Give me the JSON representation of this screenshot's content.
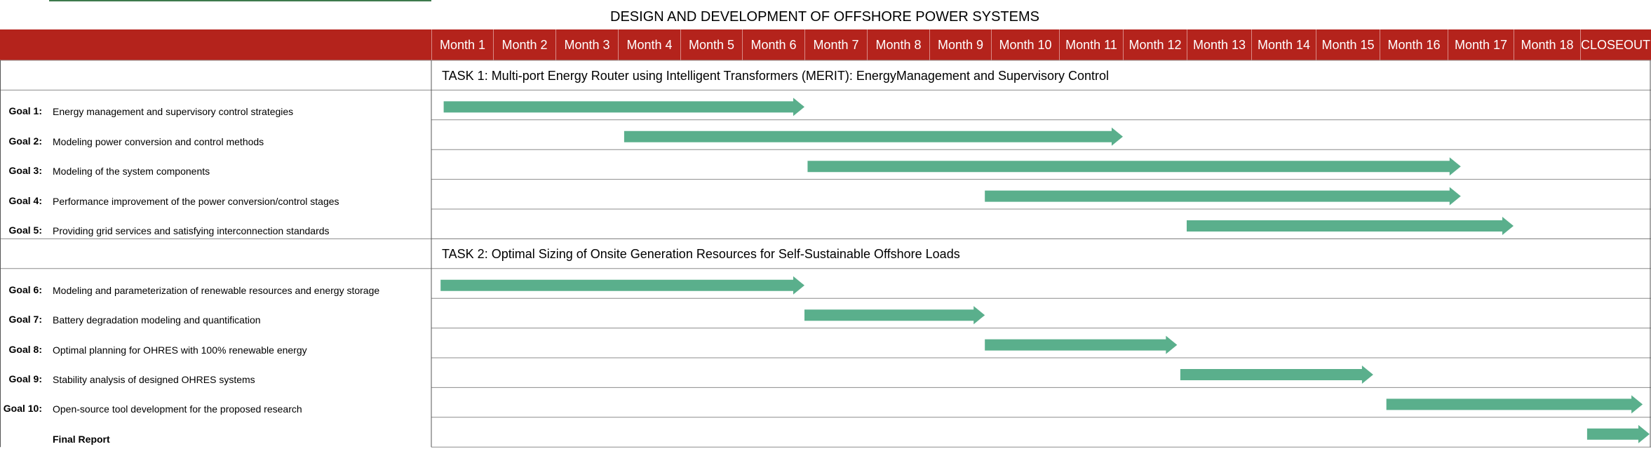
{
  "chart_data": {
    "type": "gantt",
    "title": "DESIGN AND DEVELOPMENT OF OFFSHORE POWER SYSTEMS",
    "columns": [
      "Month 1",
      "Month 2",
      "Month 3",
      "Month 4",
      "Month 5",
      "Month 6",
      "Month 7",
      "Month 8",
      "Month 9",
      "Month 10",
      "Month 11",
      "Month 12",
      "Month 13",
      "Month 14",
      "Month 15",
      "Month 16",
      "Month 17",
      "Month 18",
      "CLOSEOUT"
    ],
    "header_color": "#b4231c",
    "bar_color": "#5aaf8c",
    "sections": [
      {
        "title": "TASK 1: Multi-port Energy Router using Intelligent Transformers (MERIT): EnergyManagement and Supervisory Control",
        "goals": [
          {
            "label": "Goal 1:",
            "desc": "Energy management and supervisory control strategies",
            "start": 0.2,
            "end": 6.0
          },
          {
            "label": "Goal 2:",
            "desc": "Modeling power conversion and control methods",
            "start": 3.1,
            "end": 11.0
          },
          {
            "label": "Goal 3:",
            "desc": "Modeling of the system components",
            "start": 6.05,
            "end": 16.2
          },
          {
            "label": "Goal 4:",
            "desc": "Performance improvement of the power conversion/control stages",
            "start": 8.9,
            "end": 16.2
          },
          {
            "label": "Goal 5:",
            "desc": "Providing grid services and satisfying interconnection standards",
            "start": 12.0,
            "end": 17.0
          }
        ]
      },
      {
        "title": "TASK 2: Optimal Sizing of Onsite Generation Resources for Self-Sustainable Offshore Loads",
        "goals": [
          {
            "label": "Goal 6:",
            "desc": "Modeling and parameterization of renewable resources and energy storage",
            "start": 0.15,
            "end": 6.0
          },
          {
            "label": "Goal 7:",
            "desc": "Battery degradation modeling and quantification",
            "start": 6.0,
            "end": 8.9
          },
          {
            "label": "Goal 8:",
            "desc": "Optimal planning for OHRES with 100% renewable energy",
            "start": 8.9,
            "end": 11.85
          },
          {
            "label": "Goal 9:",
            "desc": "Stability analysis of designed OHRES systems",
            "start": 11.9,
            "end": 14.9
          },
          {
            "label": "Goal 10:",
            "desc": "Open-source tool development for the proposed research",
            "start": 15.1,
            "end": 18.9
          },
          {
            "label": "",
            "desc": "Final Report",
            "start": 18.1,
            "end": 19.0
          }
        ]
      }
    ]
  }
}
